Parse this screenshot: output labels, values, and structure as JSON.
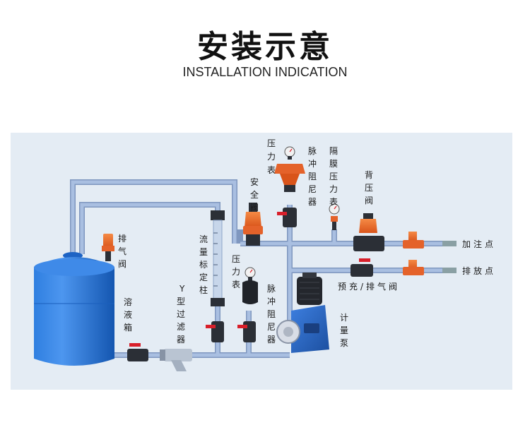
{
  "title": "安装示意",
  "subtitle": "INSTALLATION INDICATION",
  "labels": {
    "pressure_gauge_top": "压力表",
    "pulse_damper_top": "脉冲阻尼器",
    "diaphragm_gauge": "隔膜压力表",
    "safety_valve": "安全阀",
    "back_pressure_valve": "背压阀",
    "vent_valve": "排气阀",
    "flow_column": "流量标定柱",
    "pressure_gauge_mid": "压力表",
    "pulse_damper_mid": "脉冲阻尼器",
    "y_filter": "Y型过滤器",
    "solution_tank": "溶液箱",
    "metering_pump": "计量泵",
    "injection_point": "加注点",
    "discharge_point": "排放点",
    "prime_vent_valve": "预充/排气阀"
  },
  "colors": {
    "pipe": "#9fb5d8",
    "pipe_edge": "#7f97bf",
    "tank": "#1f6fd1",
    "valve_orange": "#ea6a2a",
    "valve_red": "#d81f2a",
    "fitting_dark": "#2b2f36",
    "pump_blue": "#2a66c9",
    "panel": "#e4ecf4"
  }
}
